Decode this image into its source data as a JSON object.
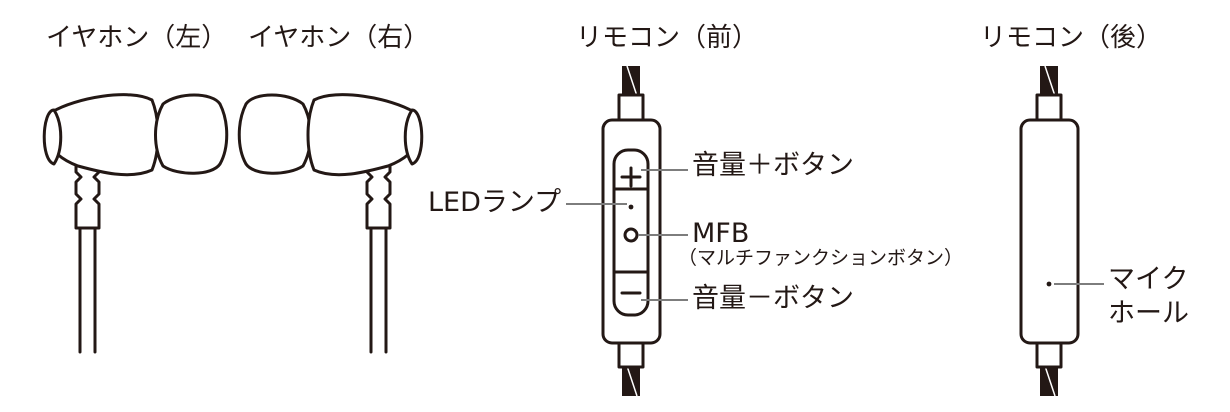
{
  "headings": {
    "left_earphone": "イヤホン（左）",
    "right_earphone": "イヤホン（右）",
    "remote_front": "リモコン（前）",
    "remote_back": "リモコン（後）"
  },
  "callouts": {
    "volume_up": "音量＋ボタン",
    "led_lamp": "LEDランプ",
    "mfb": "MFB",
    "mfb_full": "（マルチファンクションボタン）",
    "volume_down": "音量－ボタン",
    "mic_hole_line1": "マイク",
    "mic_hole_line2": "ホール"
  },
  "colors": {
    "line": "#231815",
    "leader": "#7d7d7d",
    "background": "#ffffff"
  }
}
